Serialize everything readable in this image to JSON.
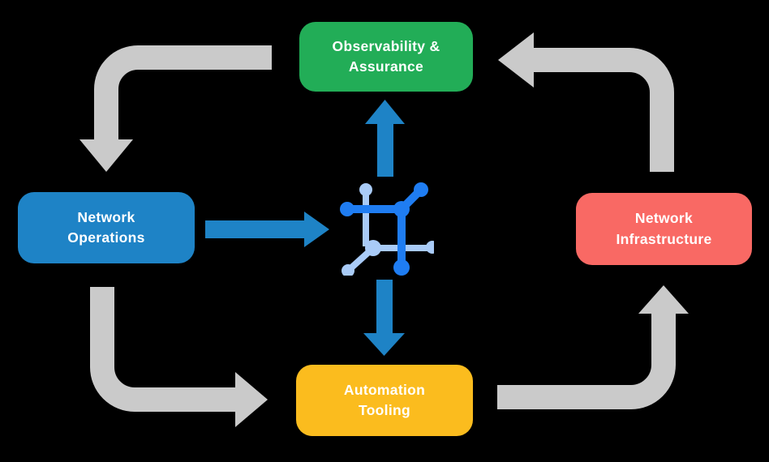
{
  "diagram": {
    "type": "cycle-flow",
    "nodes": {
      "observability": {
        "label": "Observability &\nAssurance",
        "color": "#22AD57"
      },
      "operations": {
        "label": "Network\nOperations",
        "color": "#1E83C6"
      },
      "infrastructure": {
        "label": "Network\nInfrastructure",
        "color": "#F96964"
      },
      "automation": {
        "label": "Automation\nTooling",
        "color": "#FBBC1E"
      }
    },
    "center_icon": {
      "name": "network-mesh-icon",
      "dark_blue": "#1F7DF2",
      "light_blue": "#A9CBF7"
    },
    "edges": [
      {
        "from": "observability",
        "to": "operations",
        "style": "gray-elbow"
      },
      {
        "from": "infrastructure",
        "to": "observability",
        "style": "gray-elbow"
      },
      {
        "from": "operations",
        "to": "automation",
        "style": "gray-elbow"
      },
      {
        "from": "automation",
        "to": "infrastructure",
        "style": "gray-elbow"
      },
      {
        "from": "operations",
        "to": "center-icon",
        "style": "blue-straight"
      },
      {
        "from": "center-icon",
        "to": "observability",
        "style": "blue-straight"
      },
      {
        "from": "center-icon",
        "to": "automation",
        "style": "blue-straight"
      }
    ]
  },
  "colors": {
    "background": "#000000",
    "arrow_gray": "#CACACA",
    "arrow_blue": "#1E83C6",
    "label_text": "#FFFFFF"
  }
}
